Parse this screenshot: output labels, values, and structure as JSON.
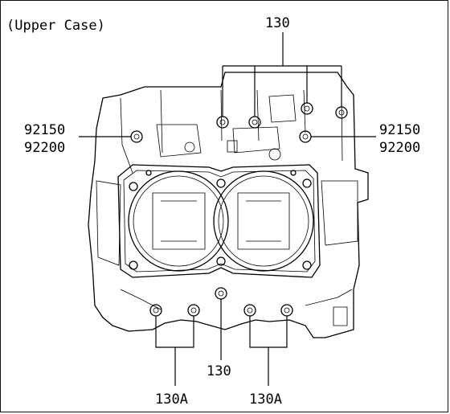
{
  "title": "(Upper Case)",
  "callouts": {
    "top_130": "130",
    "left_92150": "92150",
    "left_92200": "92200",
    "right_92150": "92150",
    "right_92200": "92200",
    "bottom_130": "130",
    "bottom_130A_left": "130A",
    "bottom_130A_right": "130A"
  }
}
